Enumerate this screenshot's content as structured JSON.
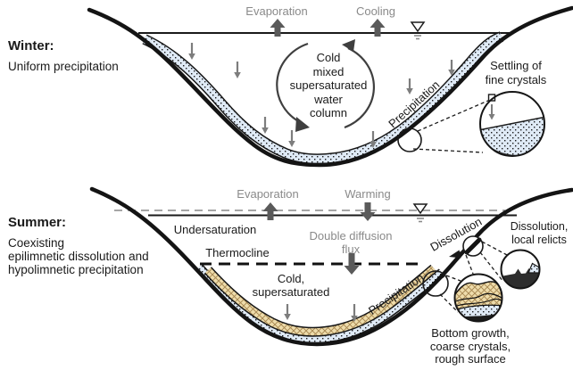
{
  "winter": {
    "title": "Winter:",
    "subtitle": "Uniform precipitation",
    "evaporation_label": "Evaporation",
    "cooling_label": "Cooling",
    "column_lines": [
      "Cold",
      "mixed",
      "supersaturated",
      "water",
      "column"
    ],
    "precipitation_label": "Precipitation",
    "inset_caption_line1": "Settling of",
    "inset_caption_line2": "fine crystals"
  },
  "summer": {
    "title": "Summer:",
    "subtitle_lines": [
      "Coexisting",
      "epilimnetic dissolution and",
      "hypolimnetic precipitation"
    ],
    "evaporation_label": "Evaporation",
    "warming_label": "Warming",
    "undersaturation_label": "Undersaturation",
    "double_diffusion_line1": "Double diffusion",
    "double_diffusion_line2": "flux",
    "thermocline_label": "Thermocline",
    "cold_line1": "Cold,",
    "cold_line2": "supersaturated",
    "precipitation_label": "Precipitation",
    "dissolution_label": "Dissolution",
    "relicts_caption_line1": "Dissolution,",
    "relicts_caption_line2": "local relicts",
    "bottom_caption_lines": [
      "Bottom growth,",
      "coarse crystals,",
      "rough surface"
    ]
  },
  "colors": {
    "ink": "#1a1a1a",
    "gray_label": "#8a8a8a",
    "block_arrow": "#5a5a5a",
    "small_arrow": "#7d7d7d",
    "crystal_layer_blue": "#dfeaf6",
    "crystal_layer_tan": "#eedcab",
    "hatch_line": "#a5854f",
    "sediment_dark": "#333333"
  }
}
